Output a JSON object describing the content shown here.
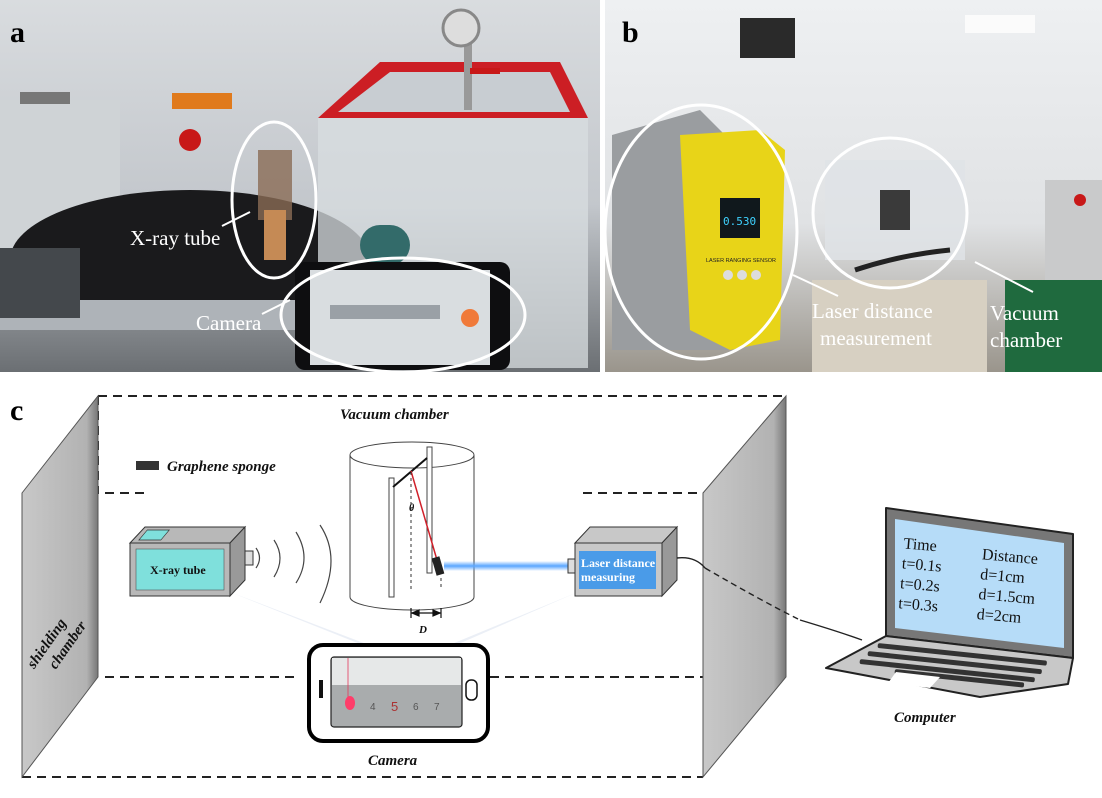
{
  "panel_a": {
    "label": "a",
    "annotations": [
      "X-ray tube",
      "Camera"
    ]
  },
  "panel_b": {
    "label": "b",
    "sensor_display": "0.530",
    "sensor_caption": "LASER RANGING SENSOR",
    "annotations": {
      "laser_line1": "Laser distance",
      "laser_line2": "measurement",
      "vacuum_line1": "Vacuum",
      "vacuum_line2": "chamber"
    }
  },
  "panel_c": {
    "label": "c",
    "vacuum_chamber": "Vacuum chamber",
    "legend_graphene": "Graphene sponge",
    "theta": "θ",
    "distance_symbol": "D",
    "xray_box": "X-ray tube",
    "laser_box_line1": "Laser distance",
    "laser_box_line2": "measuring",
    "camera": "Camera",
    "camera_ruler": [
      "4",
      "5",
      "6",
      "7"
    ],
    "shielding_line1": "shielding",
    "shielding_line2": "chamber",
    "computer": "Computer",
    "screen": {
      "time_header": "Time",
      "distance_header": "Distance",
      "times": [
        "t=0.1s",
        "t=0.2s",
        "t=0.3s"
      ],
      "distances": [
        "d=1cm",
        "d=1.5cm",
        "d=2cm"
      ]
    },
    "colors": {
      "xray_box": "#7fe0dc",
      "laser_box": "#4a9be8",
      "laser_beam": "#5aa6ff",
      "pendulum_string": "#d0202a",
      "laptop_screen": "#b6dcf8",
      "wall": "#b4b4b4"
    }
  }
}
